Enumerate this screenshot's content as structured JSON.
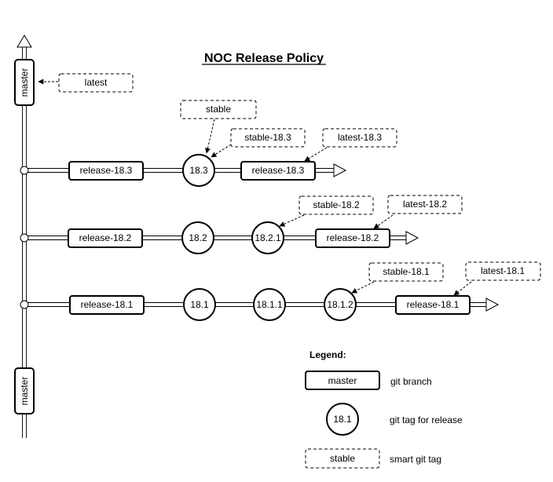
{
  "diagram": {
    "title": "NOC Release Policy",
    "master_branch": "master",
    "master_tag": "latest",
    "stable_tag": "stable",
    "rows": [
      {
        "branch": "release-18.3",
        "tags": [
          "18.3"
        ],
        "smart_tags": [
          "stable-18.3",
          "latest-18.3"
        ]
      },
      {
        "branch": "release-18.2",
        "tags": [
          "18.2",
          "18.2.1"
        ],
        "smart_tags": [
          "stable-18.2",
          "latest-18.2"
        ]
      },
      {
        "branch": "release-18.1",
        "tags": [
          "18.1",
          "18.1.1",
          "18.1.2"
        ],
        "smart_tags": [
          "stable-18.1",
          "latest-18.1"
        ]
      }
    ],
    "legend": {
      "title": "Legend:",
      "branch_sample": "master",
      "branch_desc": "git branch",
      "tag_sample": "18.1",
      "tag_desc": "git tag for release",
      "smart_sample": "stable",
      "smart_desc": "smart git tag"
    }
  }
}
